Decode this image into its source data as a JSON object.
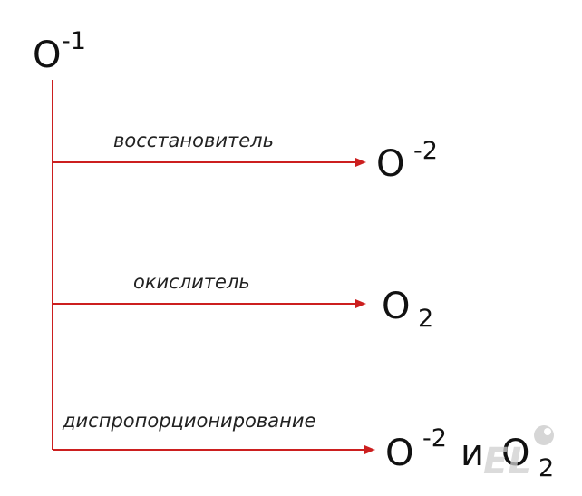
{
  "colors": {
    "arrow": "#cc1f1f",
    "text": "#111111",
    "watermark": "#cfcfcf"
  },
  "source": {
    "element": "O",
    "charge": "-1"
  },
  "branches": [
    {
      "label": "восстановитель",
      "product": {
        "element": "O",
        "charge": "-2"
      }
    },
    {
      "label": "окислитель",
      "product": {
        "element": "O",
        "subscript": "2"
      }
    },
    {
      "label": "диспропорционирование",
      "product": {
        "element": "O",
        "charge": "-2",
        "conjunction": "и",
        "element2": "O",
        "subscript2": "2"
      }
    }
  ],
  "watermark": {
    "logo_text": "EL",
    "icon": "brand-logo-icon"
  }
}
